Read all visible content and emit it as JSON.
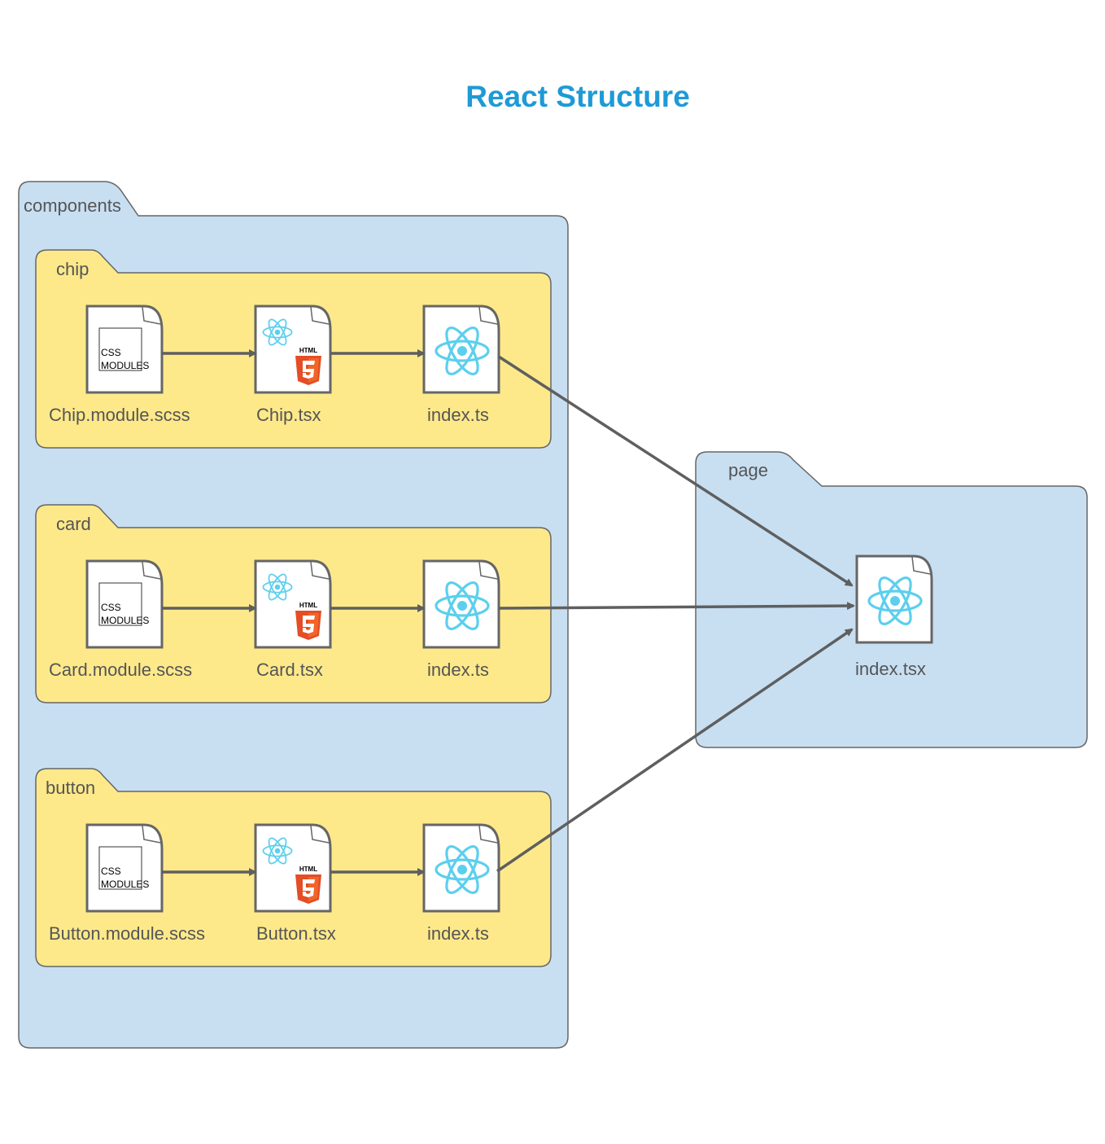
{
  "title": "React Structure",
  "colors": {
    "title": "#1e9ad6",
    "outer_folder": "#c8dff2",
    "inner_folder": "#fde98a",
    "stroke": "#666666",
    "react": "#5ccfee",
    "html5": "#e44d26"
  },
  "components": {
    "label": "components",
    "folders": [
      {
        "label": "chip",
        "files": [
          {
            "name": "Chip.module.scss",
            "icon": "css-modules-icon",
            "icon_text": [
              "CSS",
              "MODULES"
            ]
          },
          {
            "name": "Chip.tsx",
            "icon": "react-html5-icon",
            "icon_text": [
              "HTML"
            ]
          },
          {
            "name": "index.ts",
            "icon": "react-icon"
          }
        ]
      },
      {
        "label": "card",
        "files": [
          {
            "name": "Card.module.scss",
            "icon": "css-modules-icon",
            "icon_text": [
              "CSS",
              "MODULES"
            ]
          },
          {
            "name": "Card.tsx",
            "icon": "react-html5-icon",
            "icon_text": [
              "HTML"
            ]
          },
          {
            "name": "index.ts",
            "icon": "react-icon"
          }
        ]
      },
      {
        "label": "button",
        "files": [
          {
            "name": "Button.module.scss",
            "icon": "css-modules-icon",
            "icon_text": [
              "CSS",
              "MODULES"
            ]
          },
          {
            "name": "Button.tsx",
            "icon": "react-html5-icon",
            "icon_text": [
              "HTML"
            ]
          },
          {
            "name": "index.ts",
            "icon": "react-icon"
          }
        ]
      }
    ]
  },
  "page": {
    "label": "page",
    "files": [
      {
        "name": "index.tsx",
        "icon": "react-icon"
      }
    ]
  },
  "edges": [
    {
      "from": "Chip.module.scss",
      "to": "Chip.tsx"
    },
    {
      "from": "Chip.tsx",
      "to": "chip/index.ts"
    },
    {
      "from": "Card.module.scss",
      "to": "Card.tsx"
    },
    {
      "from": "Card.tsx",
      "to": "card/index.ts"
    },
    {
      "from": "Button.module.scss",
      "to": "Button.tsx"
    },
    {
      "from": "Button.tsx",
      "to": "button/index.ts"
    },
    {
      "from": "chip/index.ts",
      "to": "page/index.tsx"
    },
    {
      "from": "card/index.ts",
      "to": "page/index.tsx"
    },
    {
      "from": "button/index.ts",
      "to": "page/index.tsx"
    }
  ]
}
